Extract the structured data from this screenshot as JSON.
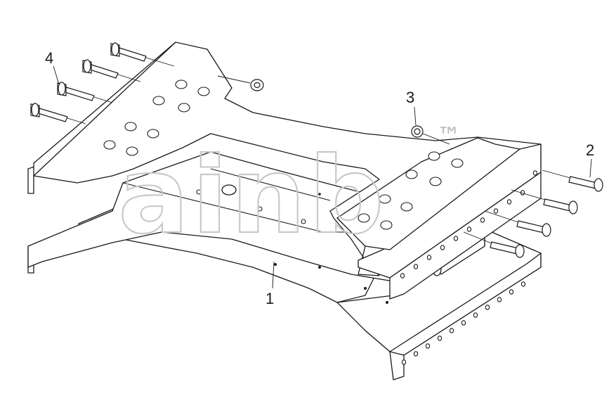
{
  "diagram": {
    "callouts": [
      {
        "id": "part-1",
        "label": "1"
      },
      {
        "id": "part-2",
        "label": "2"
      },
      {
        "id": "part-3",
        "label": "3"
      },
      {
        "id": "part-4",
        "label": "4"
      }
    ],
    "watermark": {
      "text": "ainb",
      "mark": "™"
    },
    "colors": {
      "line": "#1a1a1a",
      "watermark": "#c9c9c9",
      "background": "#ffffff"
    },
    "icons": [
      "flange-bolt-icon",
      "flange-nut-icon"
    ]
  }
}
